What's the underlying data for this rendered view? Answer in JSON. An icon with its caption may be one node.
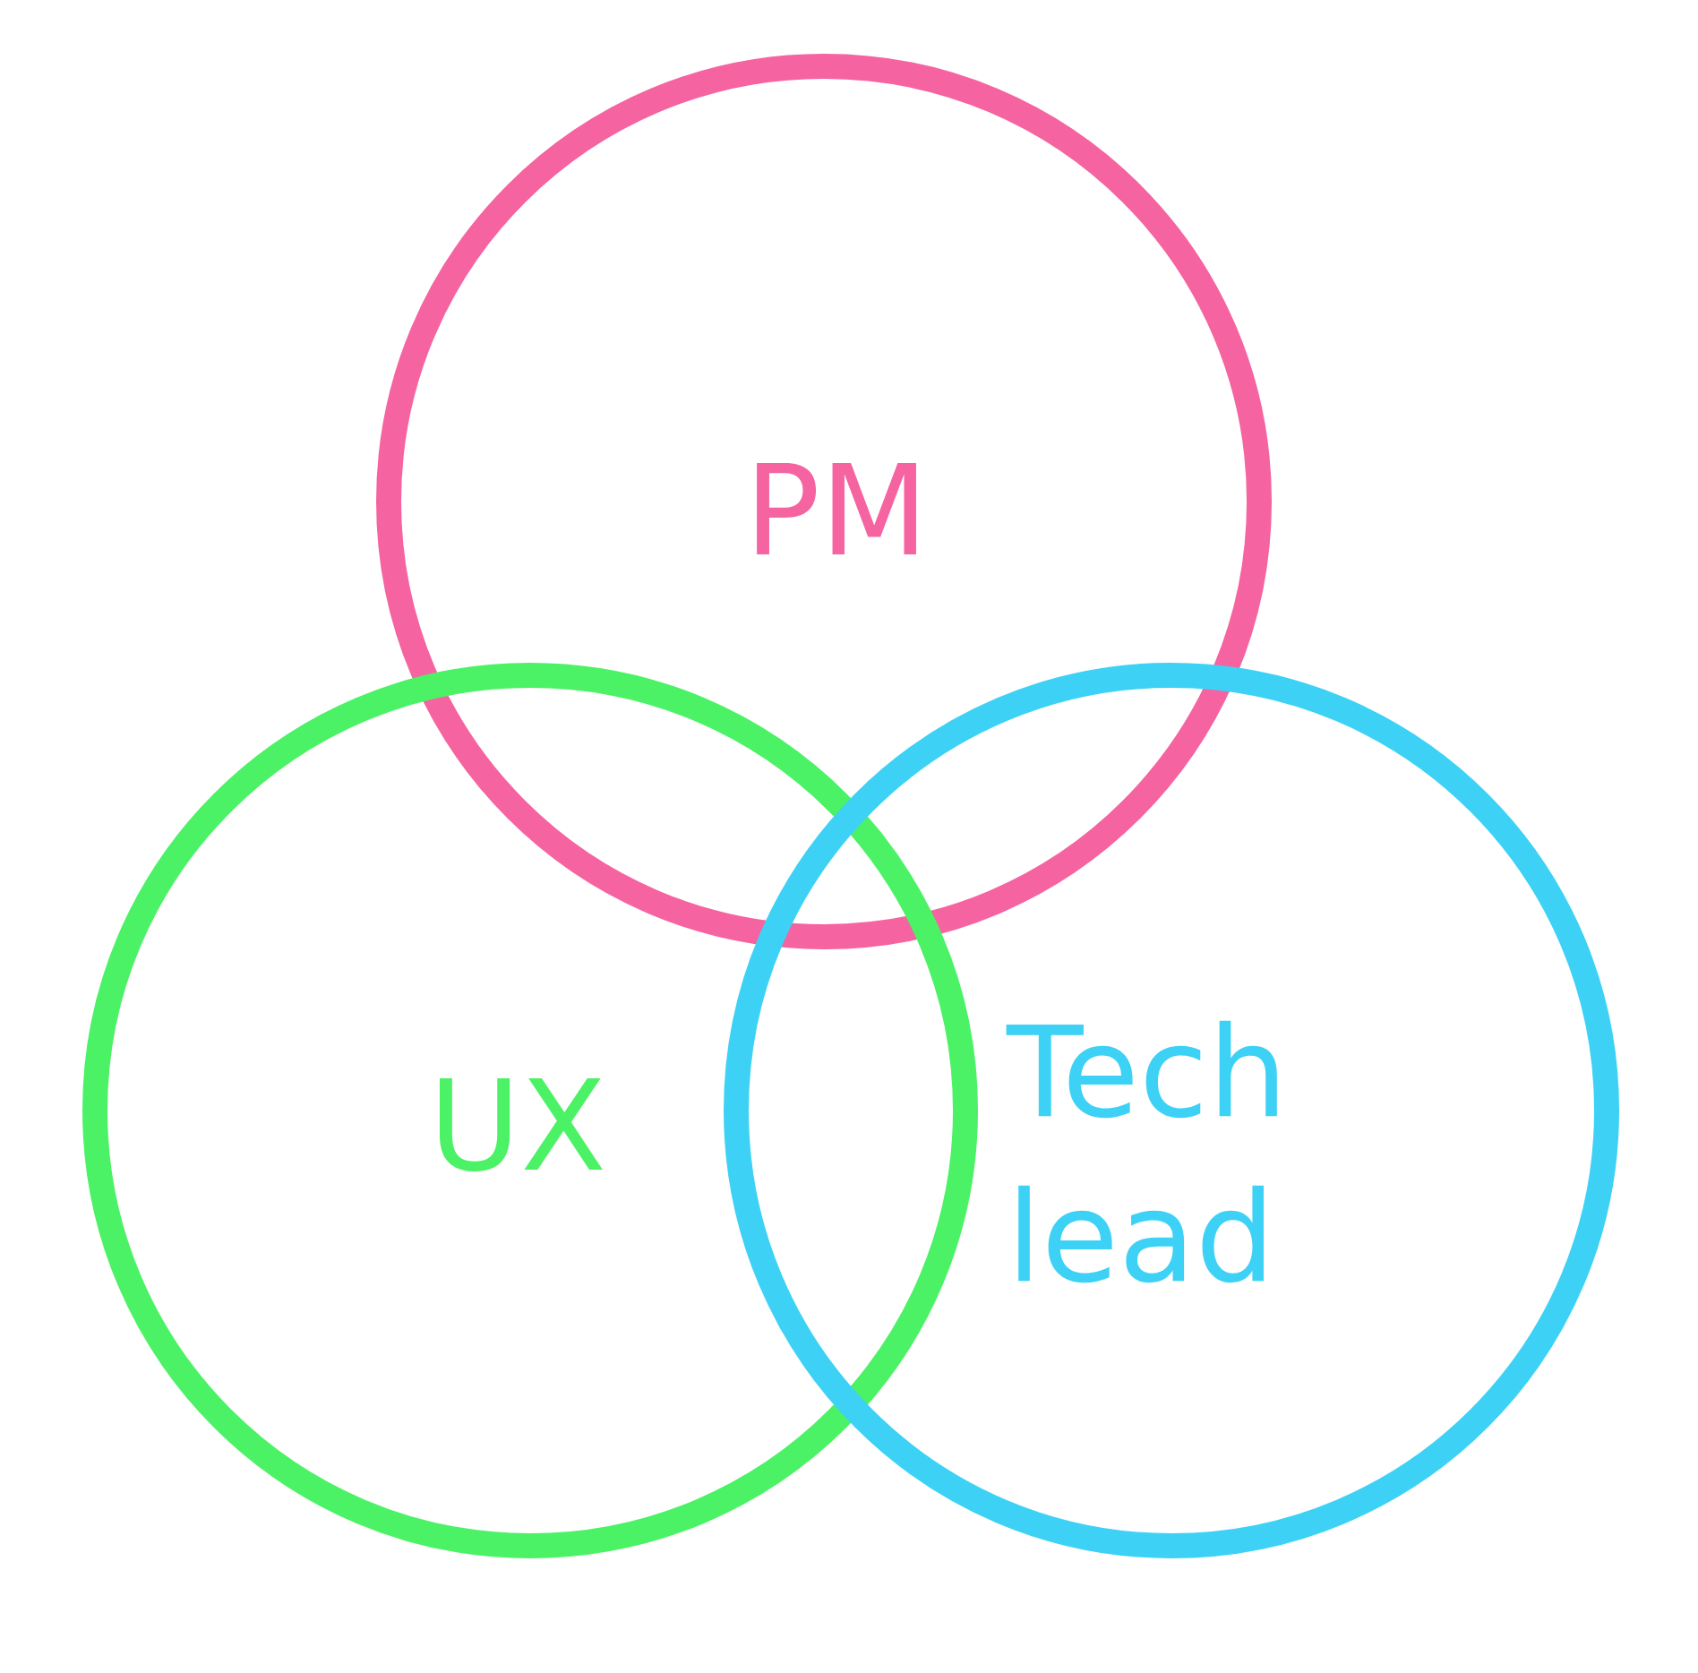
{
  "diagram": {
    "nodes": [
      {
        "text": [
          "PM"
        ]
      },
      {
        "text": [
          "UX"
        ]
      },
      {
        "text": [
          "Tech lead"
        ]
      }
    ]
  }
}
